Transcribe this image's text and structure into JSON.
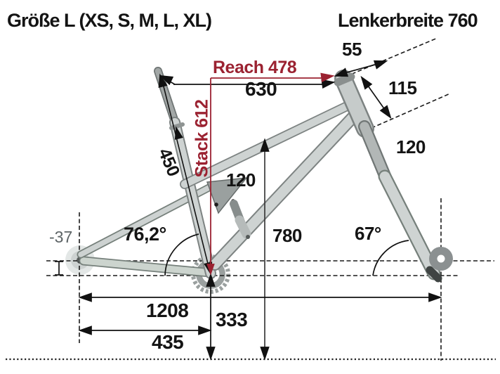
{
  "title": "Größe L (XS, S, M, L, XL)",
  "handlebar_width_label": "Lenkerbreite 760",
  "colors": {
    "accent_red": "#9b2231",
    "text_black": "#141414",
    "frame_fill": "#ced3d2",
    "frame_outline": "#7d8382",
    "muted_gray": "#5d6466"
  },
  "measurements": {
    "reach": "Reach 478",
    "stack": "Stack 612",
    "saddle_to_bar": "630",
    "stem_length": "55",
    "head_tube_length": "115",
    "fork_travel": "120",
    "rear_travel": "120",
    "seat_tube_length": "450",
    "standover_height": "780",
    "head_tube_angle": "67°",
    "seat_tube_angle": "76,2°",
    "bb_drop": "-37",
    "wheelbase": "1208",
    "chainstay_length": "435",
    "bb_height": "333"
  }
}
